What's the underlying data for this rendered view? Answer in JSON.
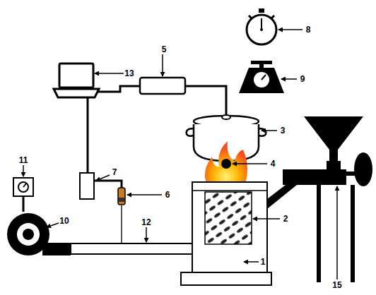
{
  "diagram": {
    "labels": [
      "5",
      "8",
      "13",
      "3",
      "9",
      "4",
      "11",
      "7",
      "6",
      "2",
      "10",
      "12",
      "1",
      "15"
    ]
  }
}
